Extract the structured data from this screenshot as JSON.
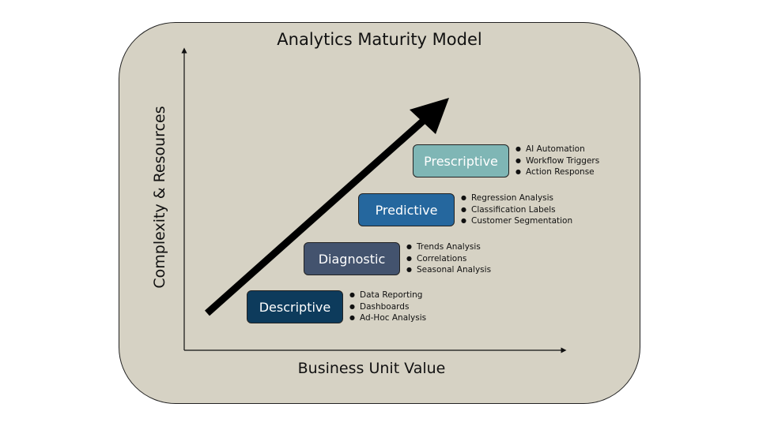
{
  "title": "Analytics Maturity Model",
  "x_axis_label": "Business Unit Value",
  "y_axis_label": "Complexity & Resources",
  "stages": [
    {
      "label": "Descriptive",
      "color": "#0d3b5c",
      "items": [
        "Data Reporting",
        "Dashboards",
        "Ad-Hoc Analysis"
      ]
    },
    {
      "label": "Diagnostic",
      "color": "#43536e",
      "items": [
        "Trends Analysis",
        "Correlations",
        "Seasonal Analysis"
      ]
    },
    {
      "label": "Predictive",
      "color": "#25679e",
      "items": [
        "Regression Analysis",
        "Classification Labels",
        "Customer Segmentation"
      ]
    },
    {
      "label": "Prescriptive",
      "color": "#7fb6b5",
      "items": [
        "AI Automation",
        "Workflow Triggers",
        "Action Response"
      ]
    }
  ]
}
